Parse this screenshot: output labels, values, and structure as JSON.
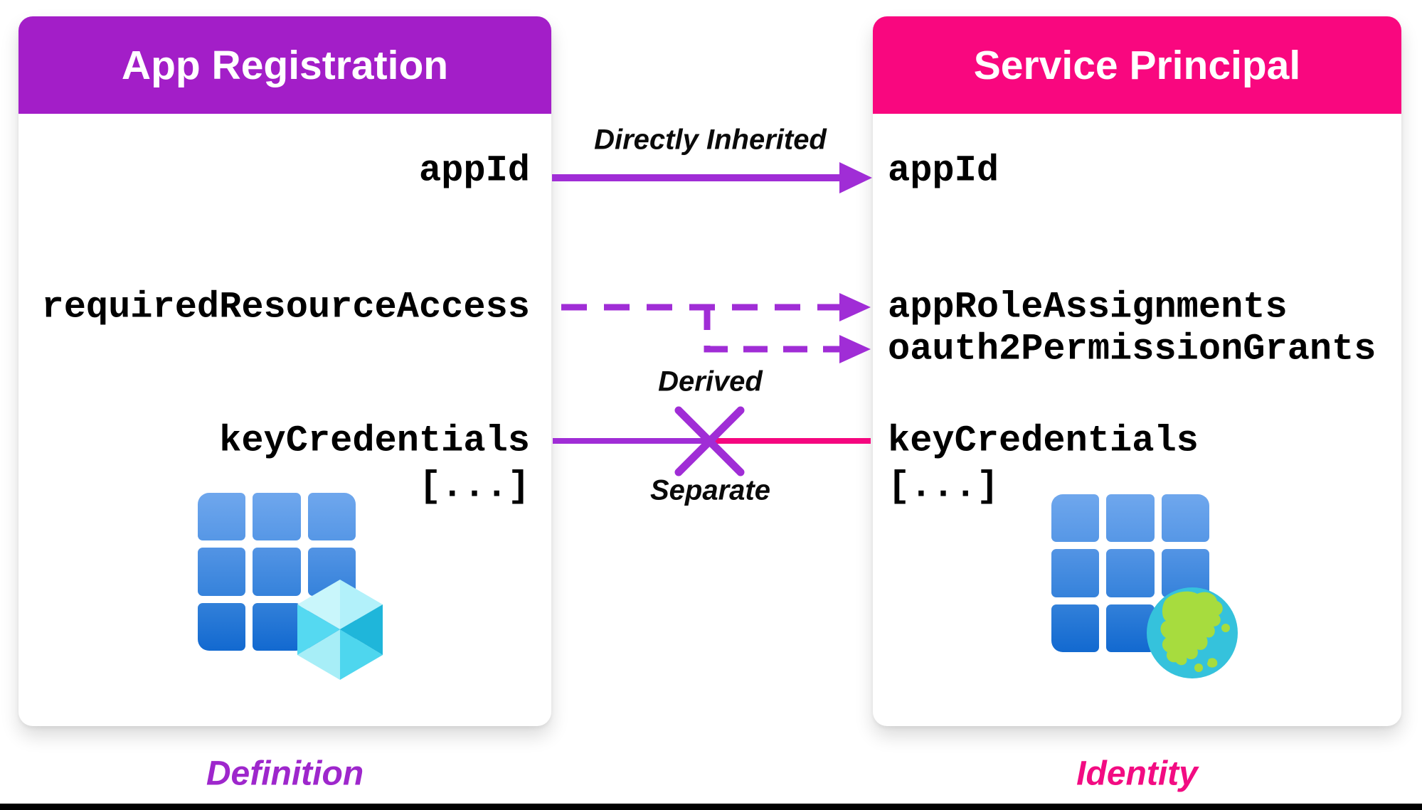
{
  "colors": {
    "header-purple": "#A31EC8",
    "header-pink": "#F9077F",
    "arrow-purple": "#A02DD6",
    "line-pink": "#F5067F",
    "footer-purple": "#9E27CC",
    "footer-pink": "#F20C82",
    "label-black": "#0A0A0A",
    "grid-blue-top": "#6FA7ED",
    "grid-blue-bottom": "#1269D0",
    "cube-cyan": "#55D9F1",
    "globe-water": "#35C2DC",
    "globe-land": "#A7DC3E"
  },
  "left_card": {
    "title": "App Registration",
    "rows": {
      "app_id": "appId",
      "required_resource_access": "requiredResourceAccess",
      "key_credentials": "keyCredentials",
      "ellipsis": "[...]"
    },
    "footer_label": "Definition",
    "icon": "app-registration-grid-cube-icon"
  },
  "right_card": {
    "title": "Service Principal",
    "rows": {
      "app_id": "appId",
      "app_role_assignments": "appRoleAssignments",
      "oauth2_permission_grants": "oauth2PermissionGrants",
      "key_credentials": "keyCredentials",
      "ellipsis": "[...]"
    },
    "footer_label": "Identity",
    "icon": "service-principal-grid-globe-icon"
  },
  "relations": {
    "directly_inherited": "Directly Inherited",
    "derived": "Derived",
    "separate": "Separate"
  }
}
